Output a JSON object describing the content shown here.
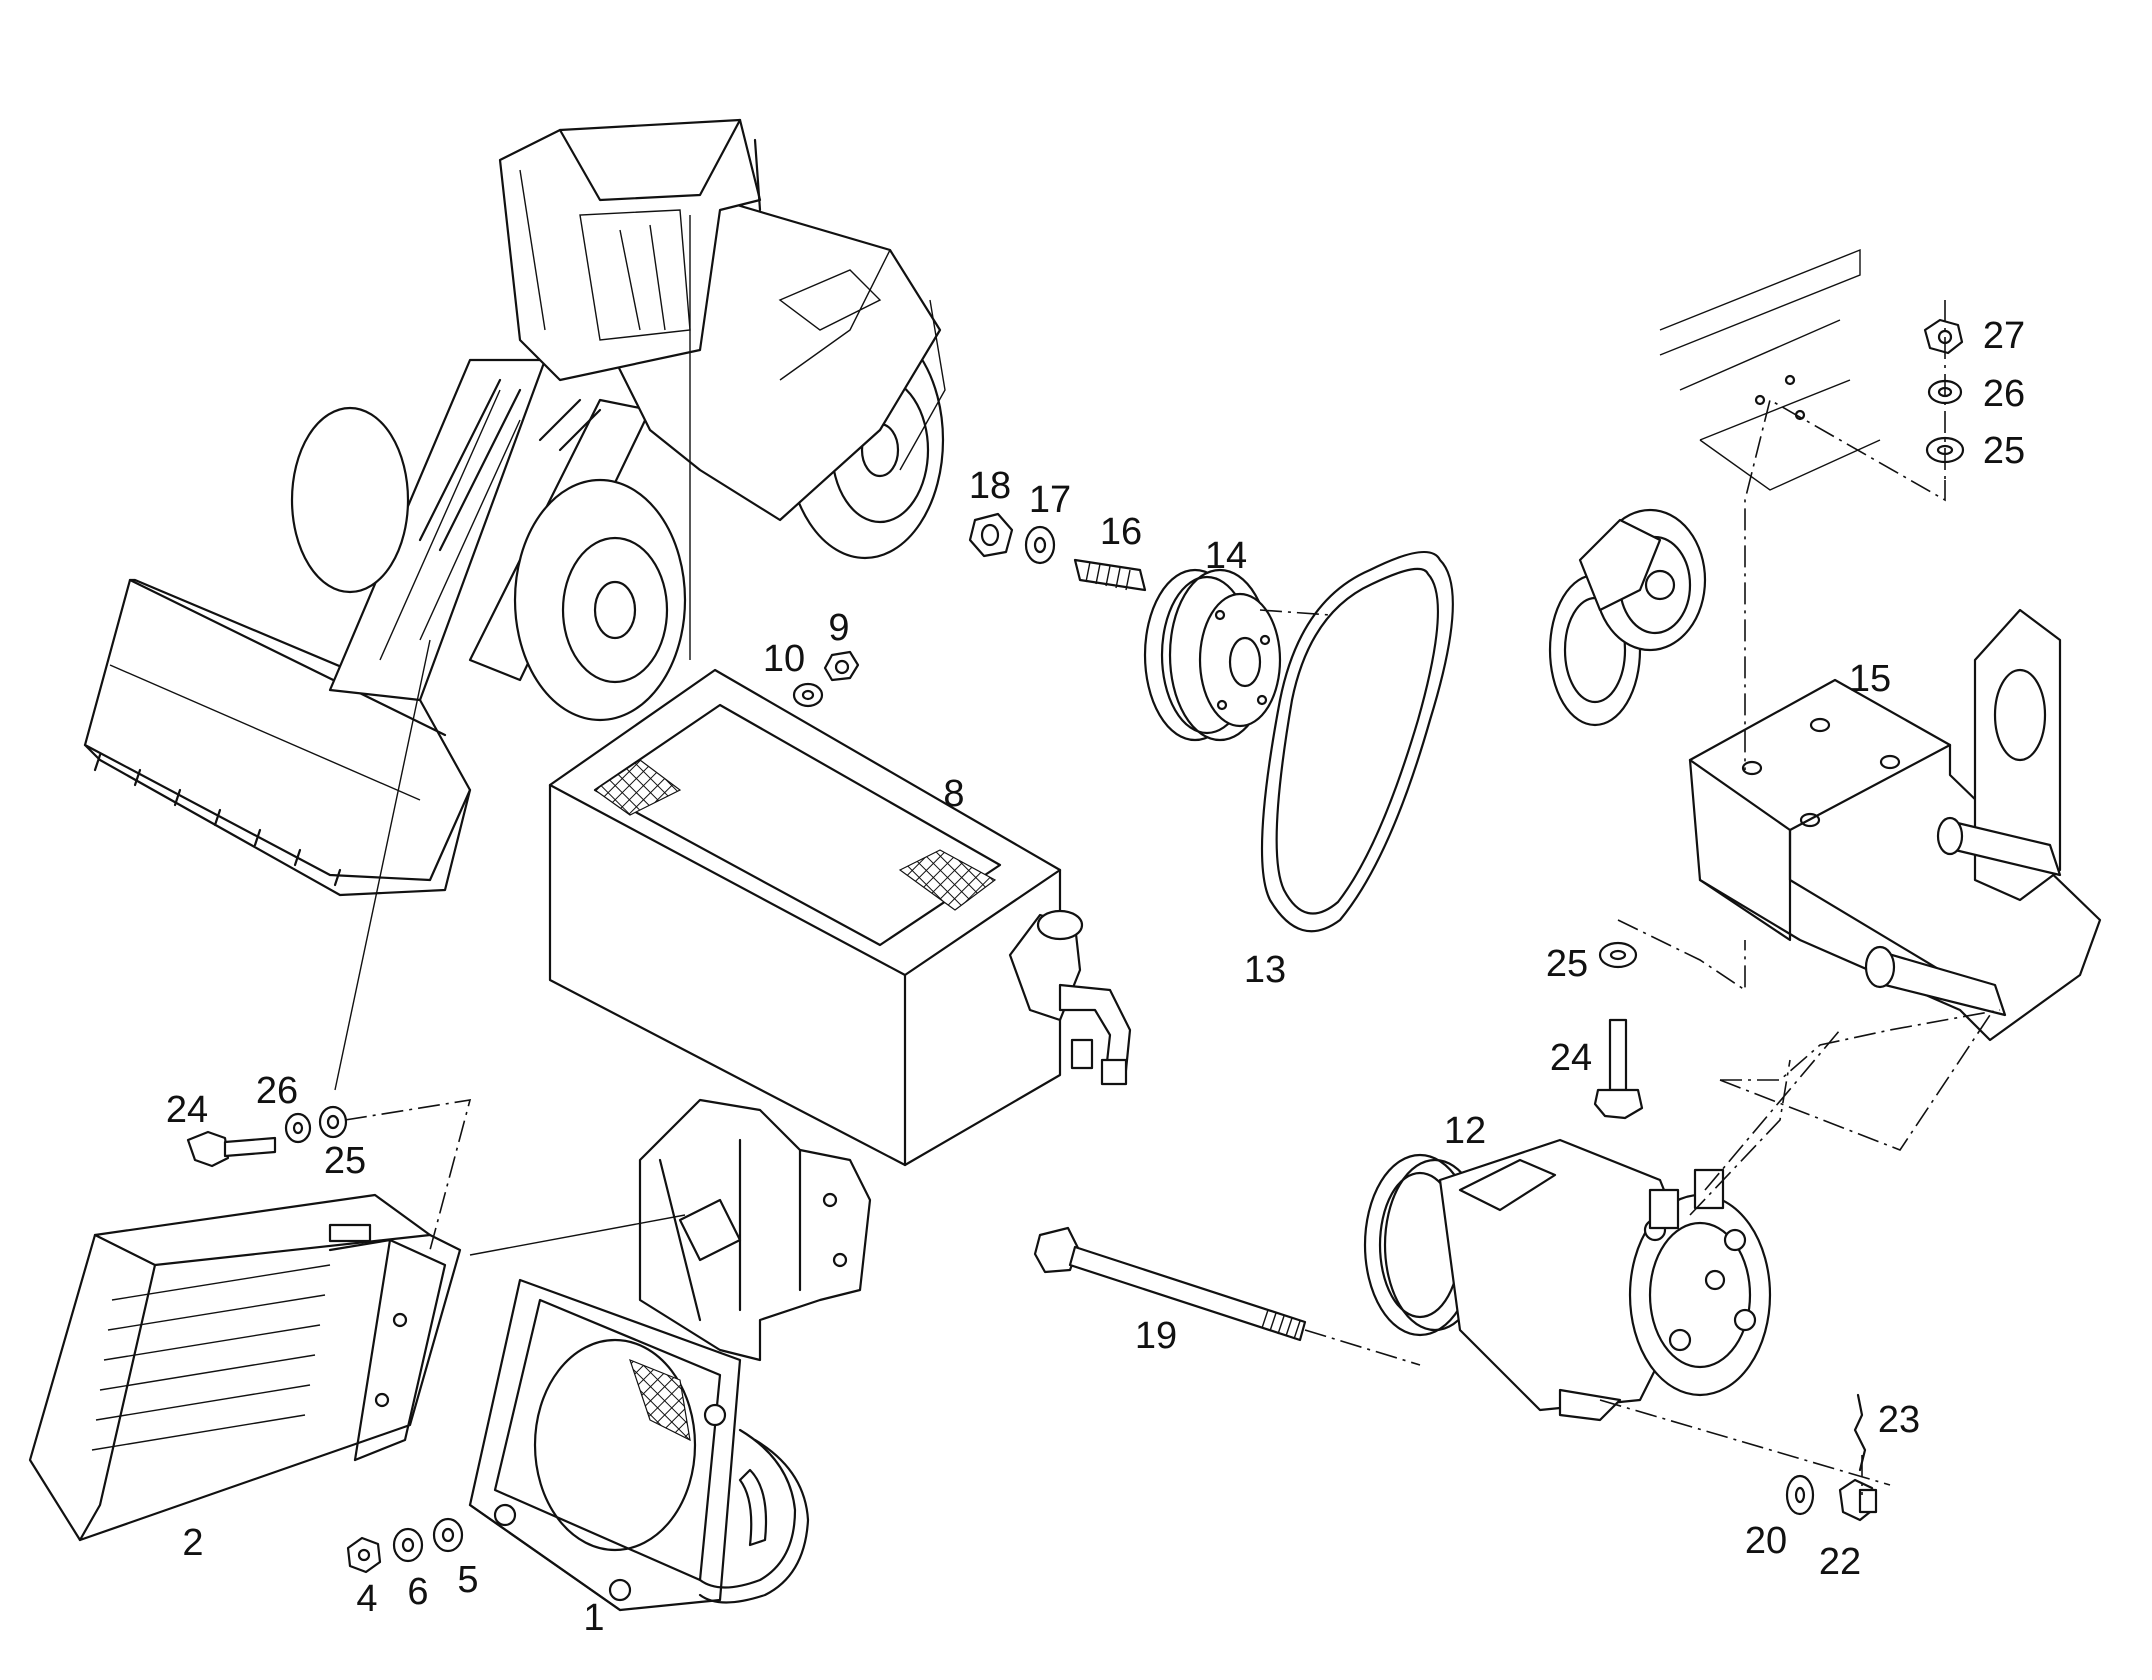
{
  "diagram": {
    "type": "exploded parts drawing",
    "line_color": "#111111",
    "background": "#ffffff",
    "callouts": [
      {
        "id": "c1",
        "label": "1"
      },
      {
        "id": "c2",
        "label": "2"
      },
      {
        "id": "c4",
        "label": "4"
      },
      {
        "id": "c5",
        "label": "5"
      },
      {
        "id": "c6",
        "label": "6"
      },
      {
        "id": "c8",
        "label": "8"
      },
      {
        "id": "c9",
        "label": "9"
      },
      {
        "id": "c10",
        "label": "10"
      },
      {
        "id": "c12",
        "label": "12"
      },
      {
        "id": "c13",
        "label": "13"
      },
      {
        "id": "c14",
        "label": "14"
      },
      {
        "id": "c15",
        "label": "15"
      },
      {
        "id": "c16",
        "label": "16"
      },
      {
        "id": "c17",
        "label": "17"
      },
      {
        "id": "c18",
        "label": "18"
      },
      {
        "id": "c19",
        "label": "19"
      },
      {
        "id": "c20",
        "label": "20"
      },
      {
        "id": "c22",
        "label": "22"
      },
      {
        "id": "c23",
        "label": "23"
      },
      {
        "id": "c24a",
        "label": "24"
      },
      {
        "id": "c24b",
        "label": "24"
      },
      {
        "id": "c25a",
        "label": "25"
      },
      {
        "id": "c25b",
        "label": "25"
      },
      {
        "id": "c25c",
        "label": "25"
      },
      {
        "id": "c26a",
        "label": "26"
      },
      {
        "id": "c26b",
        "label": "26"
      },
      {
        "id": "c27",
        "label": "27"
      }
    ]
  }
}
